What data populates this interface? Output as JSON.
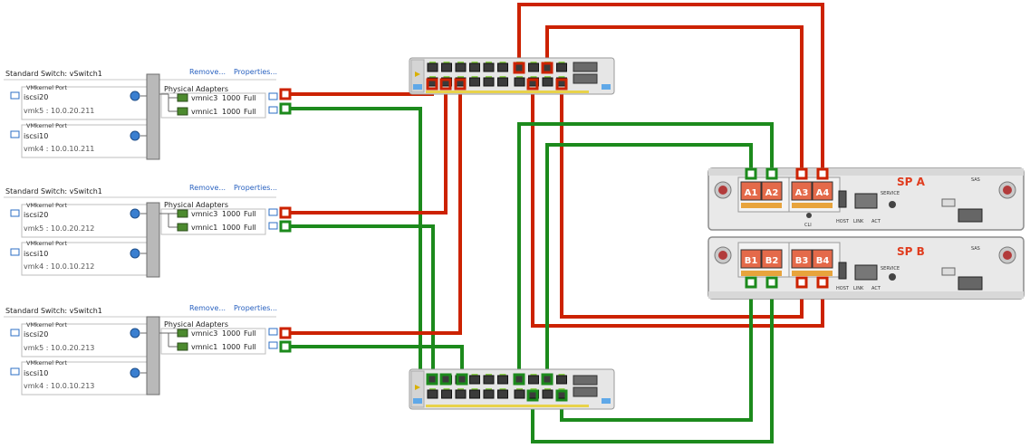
{
  "colors": {
    "red": "#cc2200",
    "green": "#1c8a1c",
    "link": "#2a62c0",
    "sp": "#e03c1e"
  },
  "vswitches": [
    {
      "title": "Standard Switch: vSwitch1",
      "remove_label": "Remove...",
      "properties_label": "Properties...",
      "port_groups": [
        {
          "header": "VMkernel Port",
          "name": "iscsi20",
          "vmk": "vmk5 : 10.0.20.211"
        },
        {
          "header": "VMkernel Port",
          "name": "iscsi10",
          "vmk": "vmk4 : 10.0.10.211"
        }
      ],
      "adapters_label": "Physical Adapters",
      "nics": [
        {
          "name": "vmnic3",
          "speed": "1000",
          "duplex": "Full"
        },
        {
          "name": "vmnic1",
          "speed": "1000",
          "duplex": "Full"
        }
      ]
    },
    {
      "title": "Standard Switch: vSwitch1",
      "remove_label": "Remove...",
      "properties_label": "Properties...",
      "port_groups": [
        {
          "header": "VMkernel Port",
          "name": "iscsi20",
          "vmk": "vmk5 : 10.0.20.212"
        },
        {
          "header": "VMkernel Port",
          "name": "iscsi10",
          "vmk": "vmk4 : 10.0.10.212"
        }
      ],
      "adapters_label": "Physical Adapters",
      "nics": [
        {
          "name": "vmnic3",
          "speed": "1000",
          "duplex": "Full"
        },
        {
          "name": "vmnic1",
          "speed": "1000",
          "duplex": "Full"
        }
      ]
    },
    {
      "title": "Standard Switch: vSwitch1",
      "remove_label": "Remove...",
      "properties_label": "Properties...",
      "port_groups": [
        {
          "header": "VMkernel Port",
          "name": "iscsi20",
          "vmk": "vmk5 : 10.0.20.213"
        },
        {
          "header": "VMkernel Port",
          "name": "iscsi10",
          "vmk": "vmk4 : 10.0.10.213"
        }
      ],
      "adapters_label": "Physical Adapters",
      "nics": [
        {
          "name": "vmnic3",
          "speed": "1000",
          "duplex": "Full"
        },
        {
          "name": "vmnic1",
          "speed": "1000",
          "duplex": "Full"
        }
      ]
    }
  ],
  "controllers": [
    {
      "title": "SP A",
      "ports": [
        "A1",
        "A2",
        "A3",
        "A4"
      ]
    },
    {
      "title": "SP B",
      "ports": [
        "B1",
        "B2",
        "B3",
        "B4"
      ]
    }
  ],
  "controller_labels": {
    "service": "SERVICE",
    "host": "HOST",
    "link": "LINK",
    "act": "ACT",
    "cli": "CLI",
    "sas": "SAS"
  }
}
